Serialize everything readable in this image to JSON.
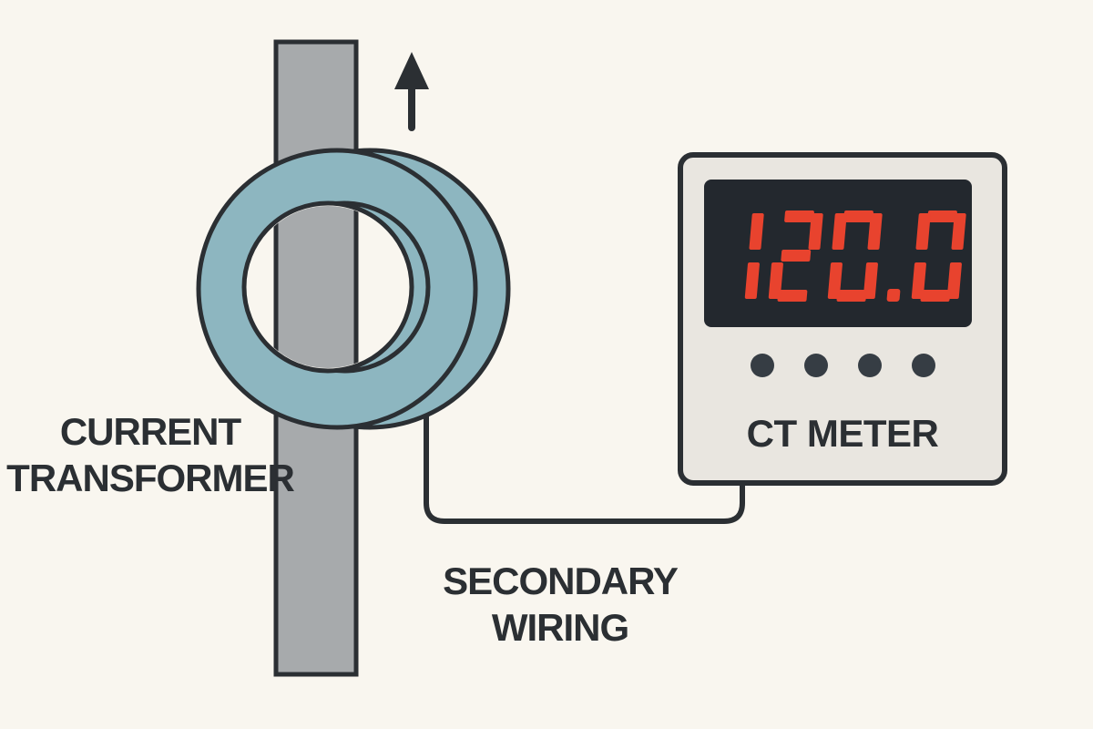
{
  "page": {
    "background": "#f9f6ef"
  },
  "diagram": {
    "text_color": "#2b2f33",
    "conductor": {
      "color": "#a7aaac",
      "outline": "#2b2f33"
    },
    "arrow": {
      "direction": "up",
      "color": "#2b2f33"
    },
    "transformer": {
      "label_line1": "CURRENT",
      "label_line2": "TRANSFORMER",
      "ring_color": "#8db6c0",
      "outline": "#2b2f33"
    },
    "wiring": {
      "label_line1": "SECONDARY",
      "label_line2": "WIRING",
      "color": "#2b2f33"
    },
    "meter": {
      "label": "CT METER",
      "reading": "120.0",
      "body_color": "#e9e6e0",
      "display_color": "#23282e",
      "digit_color": "#e8432e",
      "button_count": 4,
      "button_color": "#363d44"
    }
  }
}
